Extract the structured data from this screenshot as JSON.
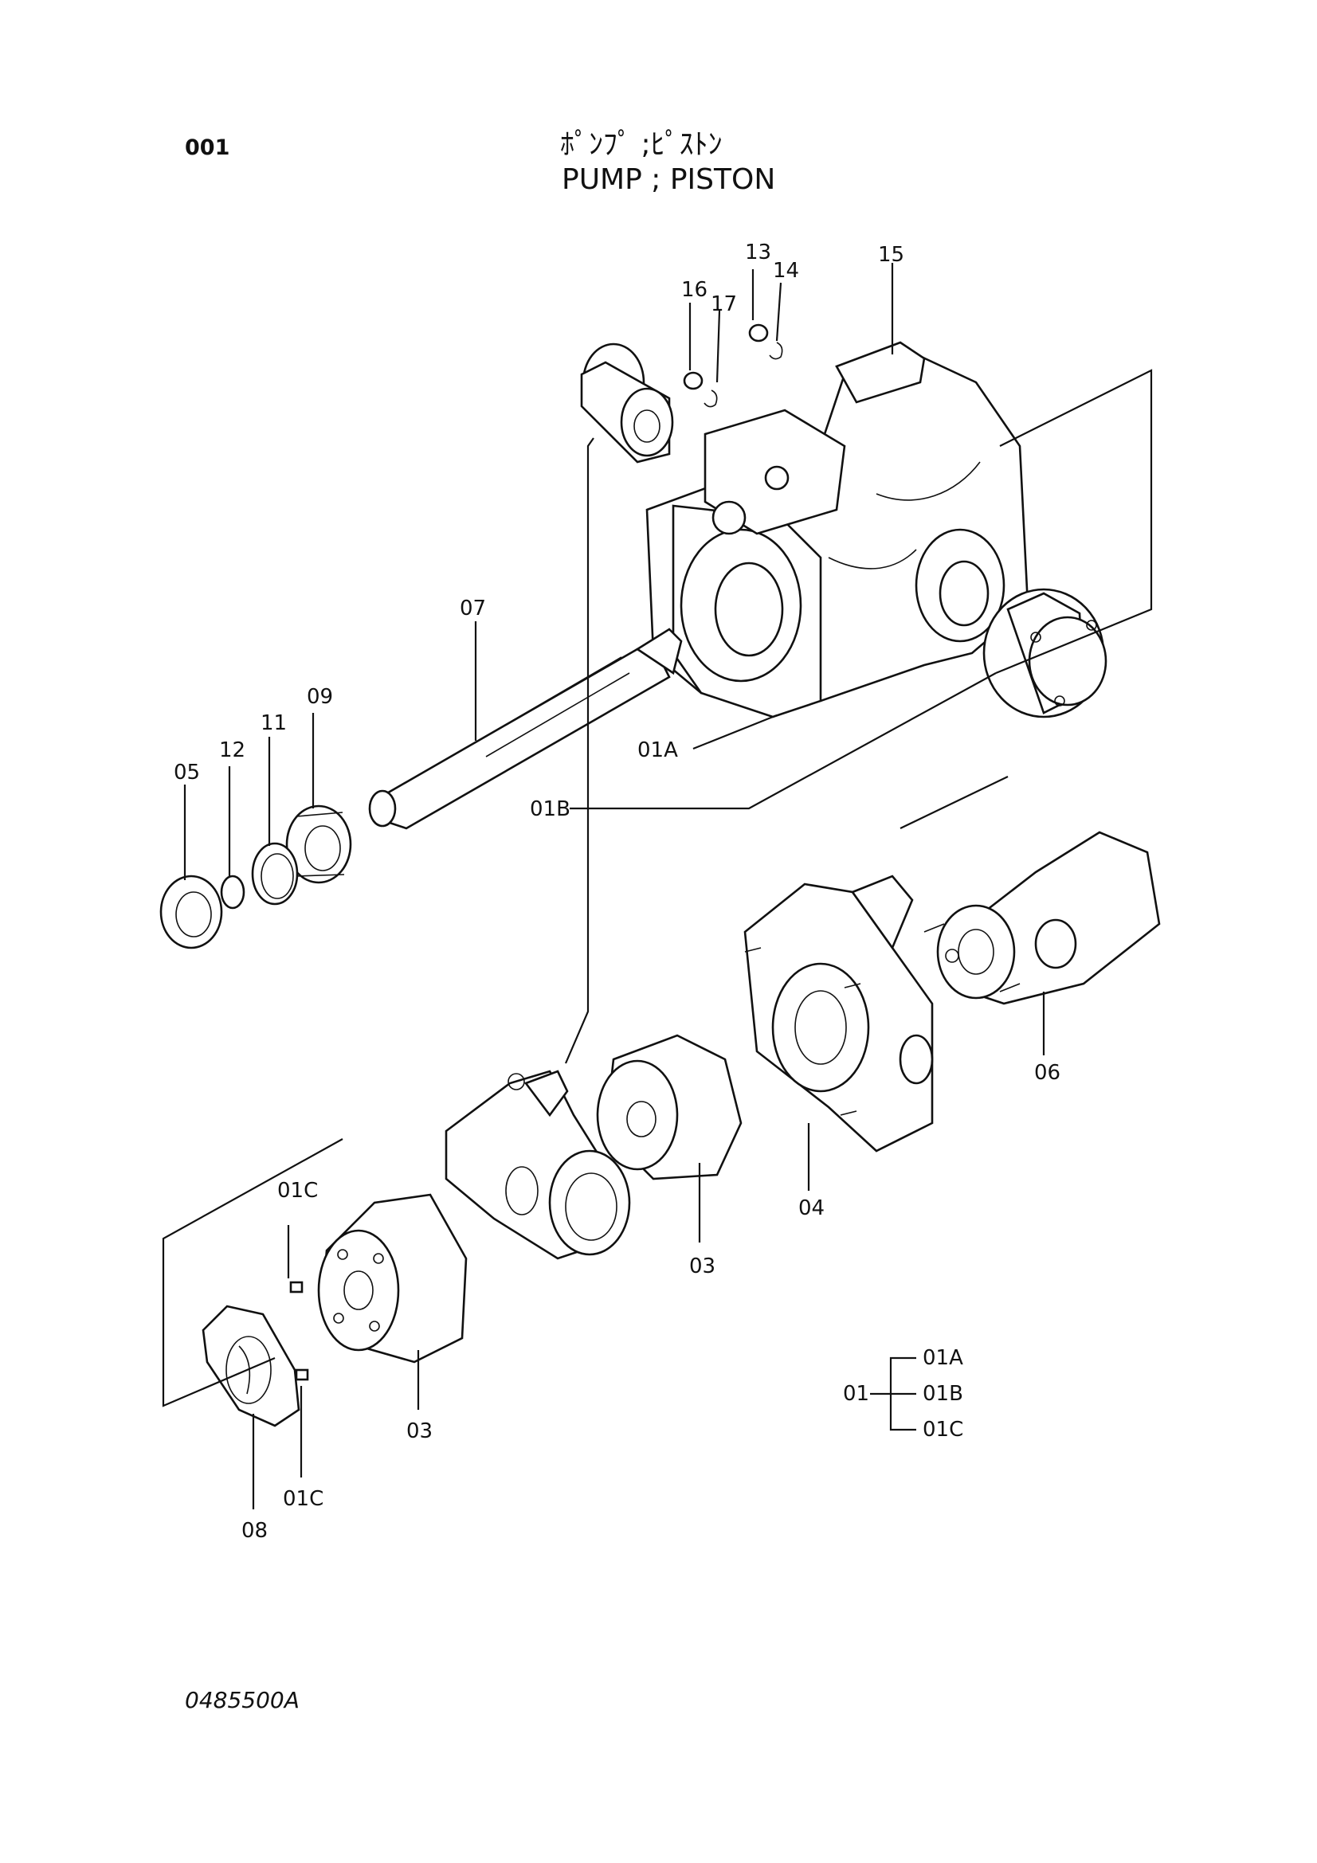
{
  "page": {
    "id": "001",
    "title_jp": "ﾎﾟﾝﾌﾟ ;ﾋﾟｽﾄﾝ",
    "title_en": "PUMP ; PISTON",
    "drawing_no": "0485500A"
  },
  "callouts": {
    "p13": "13",
    "p14": "14",
    "p15": "15",
    "p16": "16",
    "p17": "17",
    "p07": "07",
    "p09": "09",
    "p11": "11",
    "p12": "12",
    "p05": "05",
    "p01A": "01A",
    "p01B": "01B",
    "p06": "06",
    "p04": "04",
    "p01C_top": "01C",
    "p01C_bottom": "01C",
    "p03_left": "03",
    "p03_right": "03",
    "p08": "08"
  },
  "legend": {
    "root": "01",
    "children": [
      "01A",
      "01B",
      "01C"
    ]
  }
}
